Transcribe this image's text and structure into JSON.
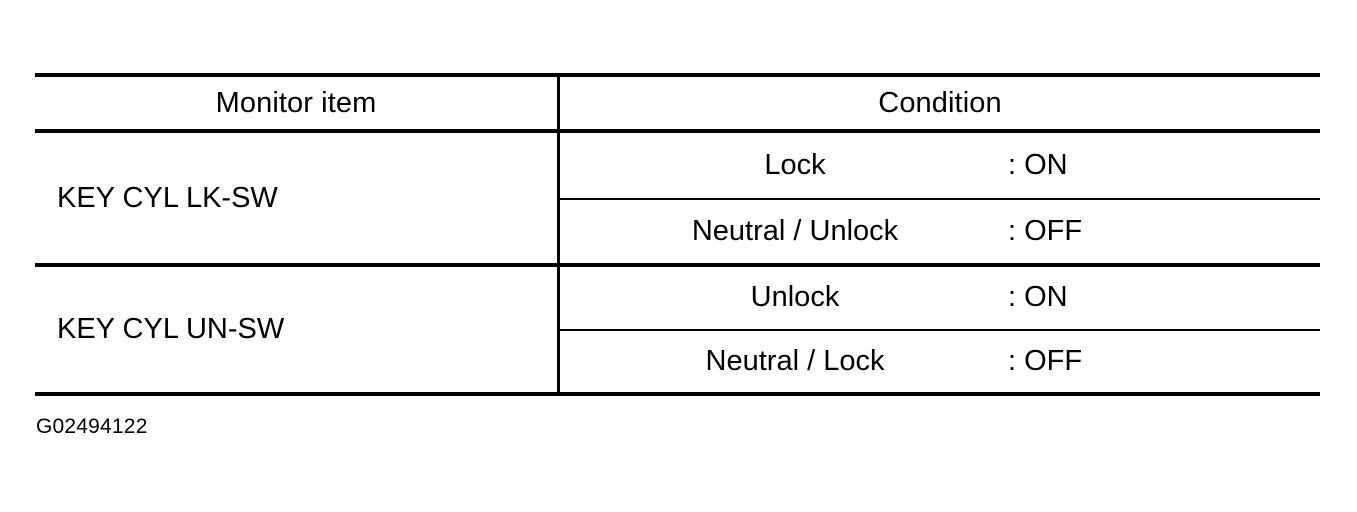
{
  "table": {
    "headers": {
      "monitor_item": "Monitor item",
      "condition": "Condition"
    },
    "rows": [
      {
        "monitor_item": "KEY CYL LK-SW",
        "conditions": [
          {
            "name": "Lock",
            "value": ": ON"
          },
          {
            "name": "Neutral / Unlock",
            "value": ": OFF"
          }
        ]
      },
      {
        "monitor_item": "KEY CYL UN-SW",
        "conditions": [
          {
            "name": "Unlock",
            "value": ": ON"
          },
          {
            "name": "Neutral / Lock",
            "value": ": OFF"
          }
        ]
      }
    ]
  },
  "caption": "G02494122",
  "colors": {
    "rule": "#000000",
    "text": "#000000",
    "background": "#ffffff"
  }
}
